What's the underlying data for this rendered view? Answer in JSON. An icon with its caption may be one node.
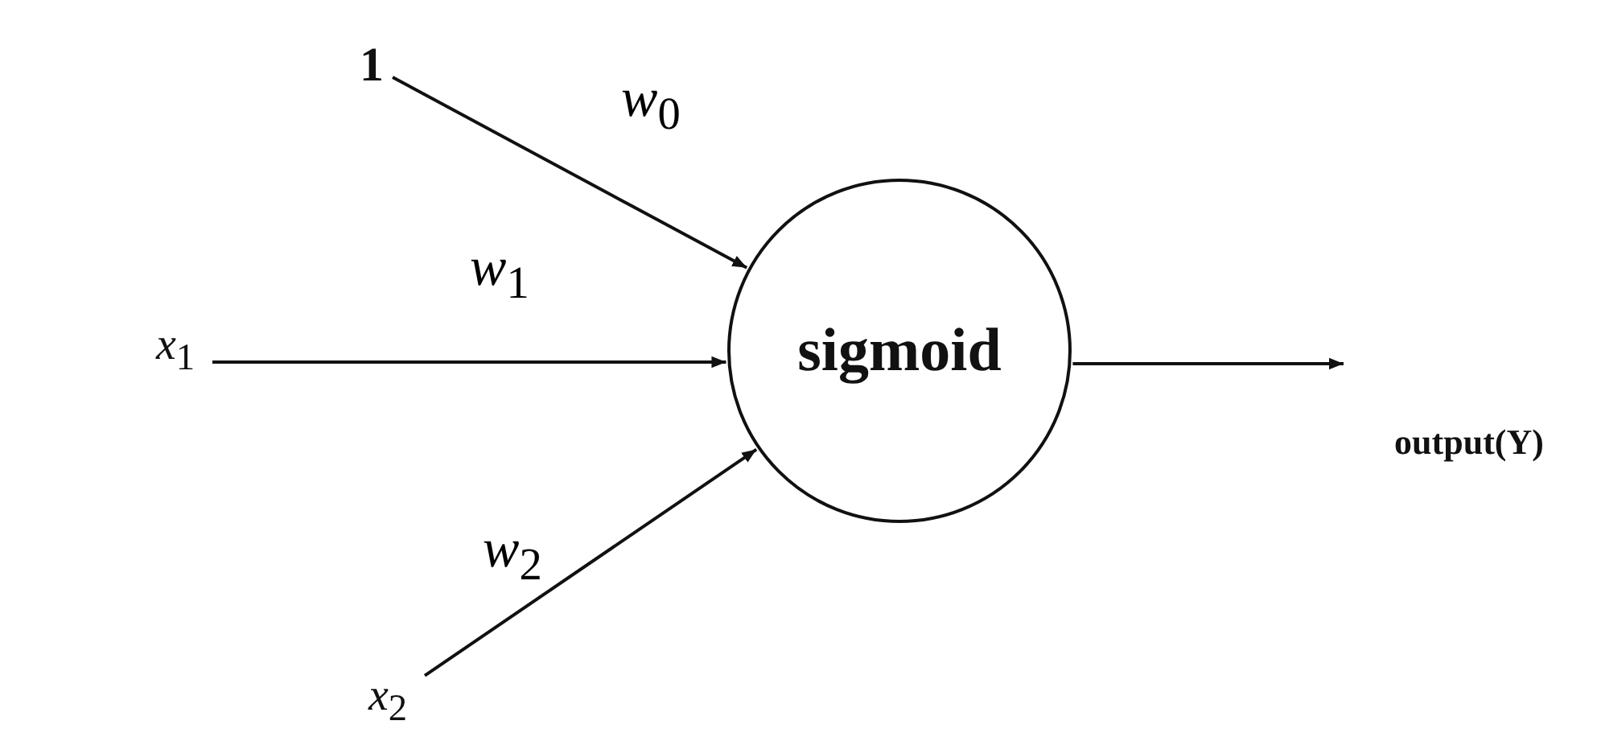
{
  "diagram": {
    "nodes": [
      {
        "text": [
          "1"
        ]
      },
      {
        "text": [
          "*x*$_{1}$"
        ]
      },
      {
        "text": [
          "*x*$_{2}$"
        ]
      },
      {
        "text": [
          "sigmoid"
        ]
      },
      {
        "text": [
          "output(Y)"
        ]
      }
    ],
    "edges": [
      {
        "from": 0,
        "to": 3,
        "arrow": "to",
        "label": "*w*$_{0}$"
      },
      {
        "from": 1,
        "to": 3,
        "arrow": "to",
        "label": "*w*$_{1}$"
      },
      {
        "from": 2,
        "to": 3,
        "arrow": "to",
        "label": "*w*$_{2}$"
      },
      {
        "from": 3,
        "to": 4,
        "arrow": "to"
      }
    ]
  }
}
